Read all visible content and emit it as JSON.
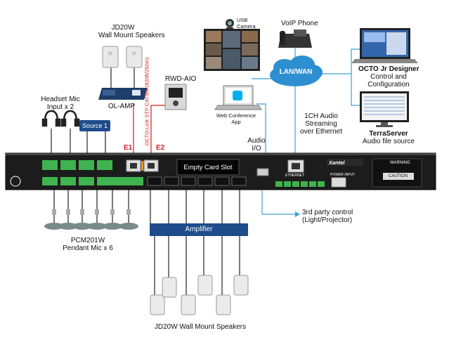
{
  "labels": {
    "jd20w_top_1": "JD20W",
    "jd20w_top_2": "Wall Mount Speakers",
    "ol_amp": "OL-AMP",
    "rwd_aio": "RWD-AIO",
    "headset_mic_1": "Headset Mic",
    "headset_mic_2": "Input x 2",
    "source1": "Source 1",
    "e1": "E1",
    "e2": "E2",
    "octo_link": "OCTO-Link STP CAT5/6 (820ft/250m)",
    "usb_camera_1": "USB",
    "usb_camera_2": "Camera",
    "web_conf_1": "Web Conference",
    "web_conf_2": "App",
    "voip_phone": "VoIP Phone",
    "lan_wan": "LAN/WAN",
    "octo_designer_1": "OCTO Jr Designer",
    "octo_designer_2": "Control and",
    "octo_designer_3": "Configuration",
    "terraserver_1": "TerraServer",
    "terraserver_2": "Audio file source",
    "audio_io_1": "Audio",
    "audio_io_2": "I/O",
    "streaming_1": "1CH Audio",
    "streaming_2": "Streaming",
    "streaming_3": "over Ethernet",
    "empty_card_slot": "Empty Card Slot",
    "third_party_1": "3rd party control",
    "third_party_2": "(Light/Projector)",
    "amplifier": "Amplifier",
    "pcm201w_1": "PCM201W",
    "pcm201w_2": "Pendant Mic x 6",
    "jd20w_bottom": "JD20W Wall Mount Speakers",
    "brand": "Xantel",
    "warning": "WARNING",
    "caution": "CAUTION",
    "ethernet": "ETHERNET",
    "power_input": "POWER INPUT"
  },
  "colors": {
    "accent_blue": "#1e4c8a",
    "link_red": "#d7191c",
    "cable_blue": "#3aa0d8",
    "device_dark": "#2b2b2b",
    "terminal_green": "#3fb34f"
  }
}
